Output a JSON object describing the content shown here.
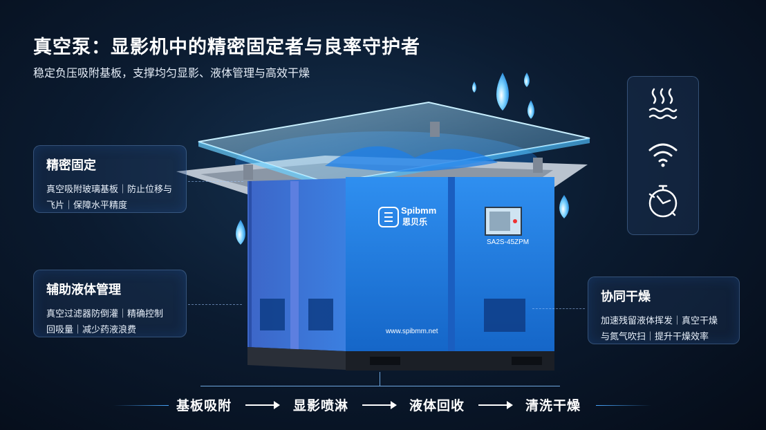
{
  "header": {
    "title": "真空泵：显影机中的精密固定者与良率守护者",
    "subtitle": "稳定负压吸附基板，支撑均匀显影、液体管理与高效干燥"
  },
  "cards": {
    "fix": {
      "title": "精密固定",
      "line1": "真空吸附玻璃基板｜防止位移与",
      "line2": "飞片｜保障水平精度"
    },
    "liquid": {
      "title": "辅助液体管理",
      "line1": "真空过滤器防倒灌｜精确控制",
      "line2": "回吸量｜减少药液浪费"
    },
    "dry": {
      "title": "协同干燥",
      "line1": "加速残留液体挥发｜真空干燥",
      "line2": "与氮气吹扫｜提升干燥效率"
    }
  },
  "machine": {
    "brand_en": "Spibmm",
    "brand_cn": "思贝乐",
    "model": "SA2S-45ZPM",
    "website": "www.spibmm.net"
  },
  "icons": [
    "heat-wave-icon",
    "wireless-signal-icon",
    "fast-timer-icon"
  ],
  "process_flow": [
    "基板吸附",
    "显影喷淋",
    "液体回收",
    "清洗干燥"
  ],
  "colors": {
    "machine_blue": "#1f7fe0",
    "accent": "#4aa8ff"
  }
}
